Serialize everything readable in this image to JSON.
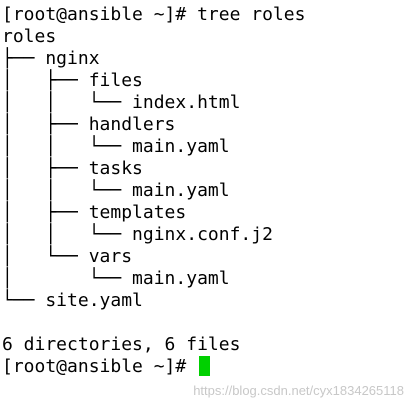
{
  "terminal": {
    "command_line": "[root@ansible ~]# tree roles",
    "tree_lines": [
      "roles",
      "├── nginx",
      "│   ├── files",
      "│   │   └── index.html",
      "│   ├── handlers",
      "│   │   └── main.yaml",
      "│   ├── tasks",
      "│   │   └── main.yaml",
      "│   ├── templates",
      "│   │   └── nginx.conf.j2",
      "│   └── vars",
      "│       └── main.yaml",
      "└── site.yaml"
    ],
    "summary": "6 directories, 6 files",
    "prompt": "[root@ansible ~]# ",
    "cursor_color": "#00d000",
    "text_color": "#000000",
    "background_color": "#ffffff"
  },
  "watermark": "https://blog.csdn.net/cyx1834265118"
}
